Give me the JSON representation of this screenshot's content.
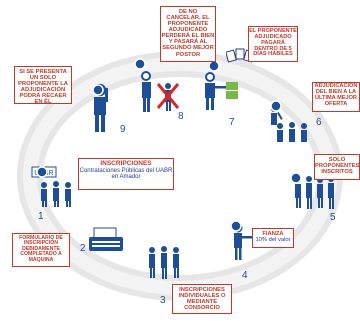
{
  "colors": {
    "ring": "#e8e8e8",
    "ring_inner": "#f7f7f7",
    "text_red": "#c0392b",
    "text_blue": "#2a3a8a",
    "figure": "#1e4f96",
    "badge": "#1e4f96"
  },
  "steps": [
    {
      "number": "1",
      "title": "INSCRIPCIONES",
      "detail": "Contrataciones Públicas del UABR en Amador",
      "sign": "UABR"
    },
    {
      "number": "2",
      "title": "FORMULARIO DE INSCRIPCIÓN DEBIDAMENTE COMPLETADO A MÁQUINA"
    },
    {
      "number": "3",
      "title": "INSCRIPCIONES INDIVIDUALES O MEDIANTE CONSORCIO"
    },
    {
      "number": "4",
      "title": "FIANZA",
      "detail": "10% del valor"
    },
    {
      "number": "5",
      "title": "SOLO PROPONENTES INSCRITOS"
    },
    {
      "number": "6",
      "title": "ADJUDICACIÓN DEL BIEN A LA ÚLTIMA MEJOR OFERTA"
    },
    {
      "number": "7",
      "title": "EL PROPONENTE ADJUDICADO PAGARÁ DENTRO DE 5 DÍAS HÁBILES"
    },
    {
      "number": "8",
      "title": "DE NO CANCELAR, EL PROPONENTE ADJUDICADO PERDERÁ EL BIEN Y PASARÁ AL SEGUNDO MEJOR POSTOR"
    },
    {
      "number": "9",
      "title": "SI SE PRESENTA UN SOLO PROPONENTE LA ADJUDICACIÓN PODRÁ RECAER EN ÉL"
    }
  ]
}
